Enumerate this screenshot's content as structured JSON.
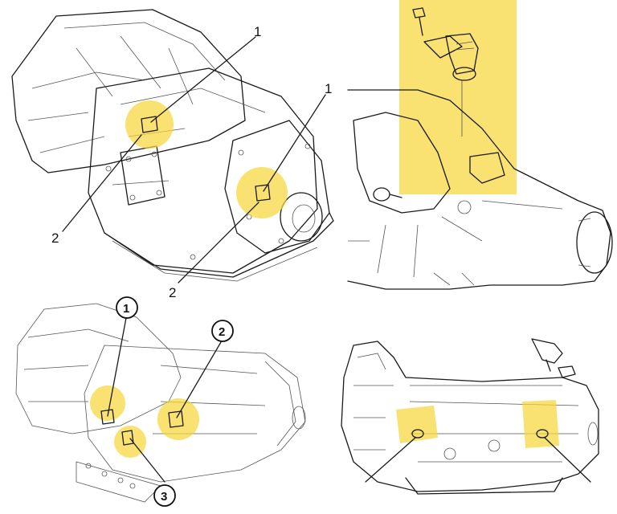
{
  "colors": {
    "highlight": "#f6d53b",
    "line": "#1a1a1a",
    "background": "#ffffff"
  },
  "panels": {
    "top_left": {
      "callouts": {
        "label_1": "1",
        "label_2": "2",
        "label_2b": "2"
      }
    },
    "top_right": {
      "callouts": {
        "label_1": "1"
      }
    },
    "bottom_left": {
      "callouts": {
        "label_1": "1",
        "label_2": "2",
        "label_3": "3"
      }
    },
    "bottom_right": {
      "callouts": {}
    }
  }
}
